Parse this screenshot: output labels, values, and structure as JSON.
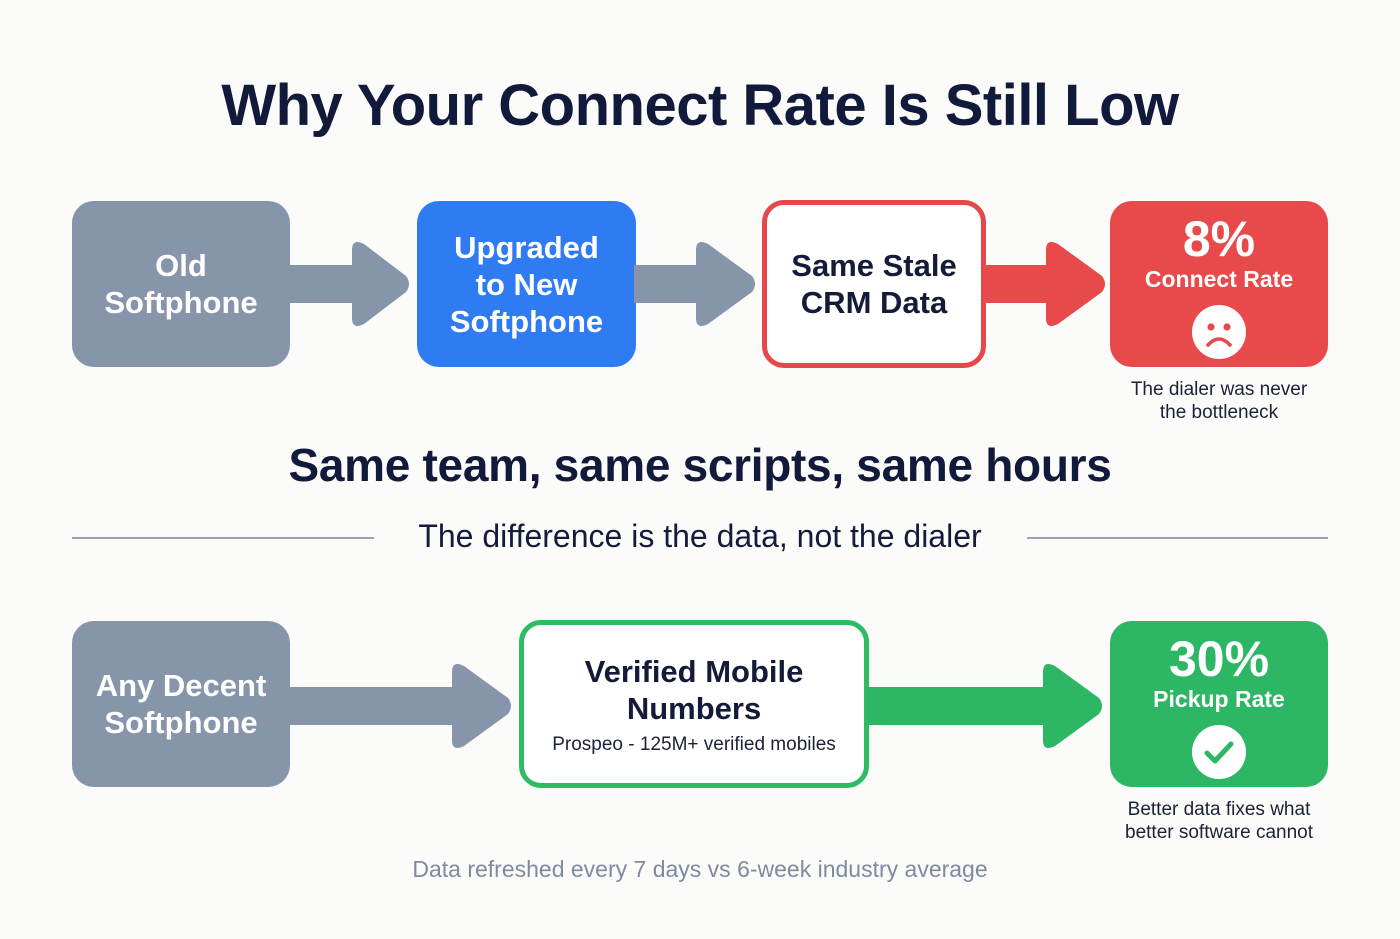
{
  "title": "Why Your Connect Rate Is Still Low",
  "colors": {
    "gray": "#8795ab",
    "blue": "#2f7cf2",
    "red": "#e84a4b",
    "green": "#2db663",
    "navy_text": "#111a3b",
    "muted_text": "#7f8aa0",
    "background": "#fbfbf9"
  },
  "top_flow": {
    "steps": [
      {
        "label_lines": [
          "Old",
          "Softphone"
        ],
        "style": "gray"
      },
      {
        "label_lines": [
          "Upgraded",
          "to New",
          "Softphone"
        ],
        "style": "blue"
      },
      {
        "label_lines": [
          "Same Stale",
          "CRM Data"
        ],
        "style": "outline-red"
      }
    ],
    "result": {
      "value": "8%",
      "label": "Connect Rate",
      "icon": "sad-face-icon",
      "caption_lines": [
        "The dialer was never",
        "the bottleneck"
      ]
    }
  },
  "middle": {
    "subhead": "Same team, same scripts, same hours",
    "divider_text": "The difference is the data, not the dialer"
  },
  "bottom_flow": {
    "steps": [
      {
        "label_lines": [
          "Any Decent",
          "Softphone"
        ],
        "style": "gray"
      },
      {
        "label_lines": [
          "Verified Mobile",
          "Numbers"
        ],
        "sub_label": "Prospeo - 125M+ verified mobiles",
        "style": "outline-green"
      }
    ],
    "result": {
      "value": "30%",
      "label": "Pickup Rate",
      "icon": "check-circle-icon",
      "caption_lines": [
        "Better data fixes what",
        "better software cannot"
      ]
    }
  },
  "footnote": "Data refreshed every 7 days vs 6-week industry average"
}
